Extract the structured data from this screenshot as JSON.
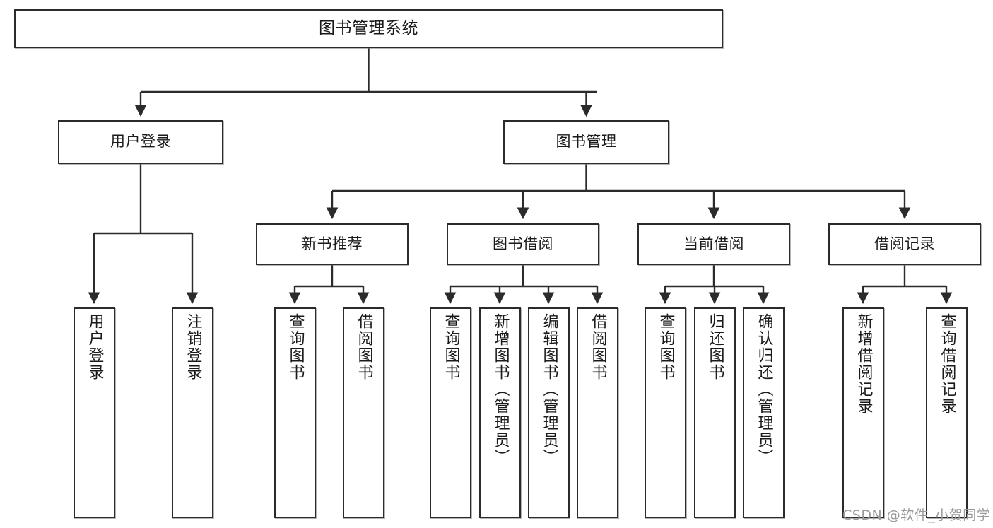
{
  "diagram": {
    "title": "图书管理系统",
    "watermark": "CSDN @软件_小贺同学",
    "colors": {
      "node_border": "#2b2b2b",
      "node_fill": "#ffffff",
      "edge": "#2b2b2b",
      "watermark": "#9a9a9a",
      "background": "#ffffff"
    },
    "root": {
      "label": "图书管理系统"
    },
    "level2": [
      {
        "label": "用户登录"
      },
      {
        "label": "图书管理"
      }
    ],
    "level3": [
      {
        "label": "新书推荐"
      },
      {
        "label": "图书借阅"
      },
      {
        "label": "当前借阅"
      },
      {
        "label": "借阅记录"
      }
    ],
    "leaves": {
      "user_login": [
        {
          "label": "用户登录"
        },
        {
          "label": "注销登录"
        }
      ],
      "new_book_recommend": [
        {
          "label": "查询图书"
        },
        {
          "label": "借阅图书"
        }
      ],
      "book_borrow": [
        {
          "label": "查询图书"
        },
        {
          "label": "新增图书（管理员）"
        },
        {
          "label": "编辑图书（管理员）"
        },
        {
          "label": "借阅图书"
        }
      ],
      "current_borrow": [
        {
          "label": "查询图书"
        },
        {
          "label": "归还图书"
        },
        {
          "label": "确认归还（管理员）"
        }
      ],
      "borrow_record": [
        {
          "label": "新增借阅记录"
        },
        {
          "label": "查询借阅记录"
        }
      ]
    }
  }
}
